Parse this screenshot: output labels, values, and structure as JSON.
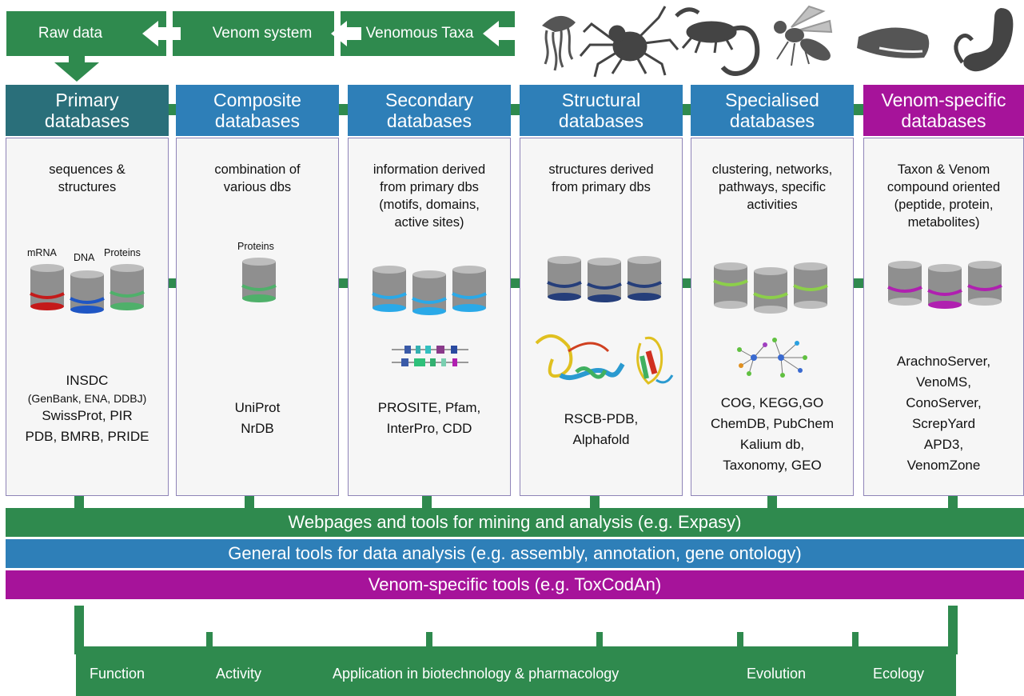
{
  "top_flow": {
    "raw_data": "Raw data",
    "venom_system": "Venom system",
    "venomous_taxa": "Venomous Taxa"
  },
  "animals": [
    "jellyfish-icon",
    "spider-icon",
    "scorpion-icon",
    "wasp-icon",
    "cone-snail-icon",
    "snake-icon"
  ],
  "columns": [
    {
      "title1": "Primary",
      "title2": "databases",
      "color": "#2a6f7a",
      "desc": "sequences &\nstructures",
      "labels": [
        "mRNA",
        "DNA",
        "Proteins"
      ],
      "dbs": [
        "INSDC",
        "(GenBank, ENA, DDBJ)",
        "SwissProt, PIR",
        "PDB, BMRB, PRIDE"
      ]
    },
    {
      "title1": "Composite",
      "title2": "databases",
      "color": "#2e7fb8",
      "desc": "combination of\nvarious dbs",
      "labels": [
        "Proteins"
      ],
      "dbs": [
        "UniProt",
        "NrDB"
      ]
    },
    {
      "title1": "Secondary",
      "title2": "databases",
      "color": "#2e7fb8",
      "desc": "information derived\nfrom primary dbs\n(motifs, domains,\nactive sites)",
      "dbs": [
        "PROSITE, Pfam,",
        "InterPro, CDD"
      ]
    },
    {
      "title1": "Structural",
      "title2": "databases",
      "color": "#2e7fb8",
      "desc": "structures derived\nfrom primary dbs",
      "dbs": [
        "RSCB-PDB,",
        "Alphafold"
      ]
    },
    {
      "title1": "Specialised",
      "title2": "databases",
      "color": "#2e7fb8",
      "desc": "clustering, networks,\npathways, specific\nactivities",
      "dbs": [
        "COG, KEGG,GO",
        "ChemDB, PubChem",
        "Kalium db,",
        "Taxonomy, GEO"
      ]
    },
    {
      "title1": "Venom-specific",
      "title2": "databases",
      "color": "#a6139a",
      "desc": "Taxon & Venom\ncompound oriented\n(peptide, protein,\nmetabolites)",
      "dbs": [
        "ArachnoServer,",
        "VenoMS,",
        "ConoServer,",
        "ScrepYard",
        "APD3,",
        "VenomZone"
      ]
    }
  ],
  "tool_rows": {
    "web": "Webpages and tools for mining and analysis (e.g. Expasy)",
    "general": "General tools for data analysis (e.g. assembly, annotation, gene ontology)",
    "venom": "Venom-specific tools (e.g. ToxCodAn)"
  },
  "outcomes": [
    "Function",
    "Activity",
    "Application in biotechnology & pharmacology",
    "Evolution",
    "Ecology"
  ],
  "colors": {
    "green": "#2f8a4e",
    "blue": "#2e7fb8",
    "teal": "#2a6f7a",
    "purple": "#a6139a"
  }
}
